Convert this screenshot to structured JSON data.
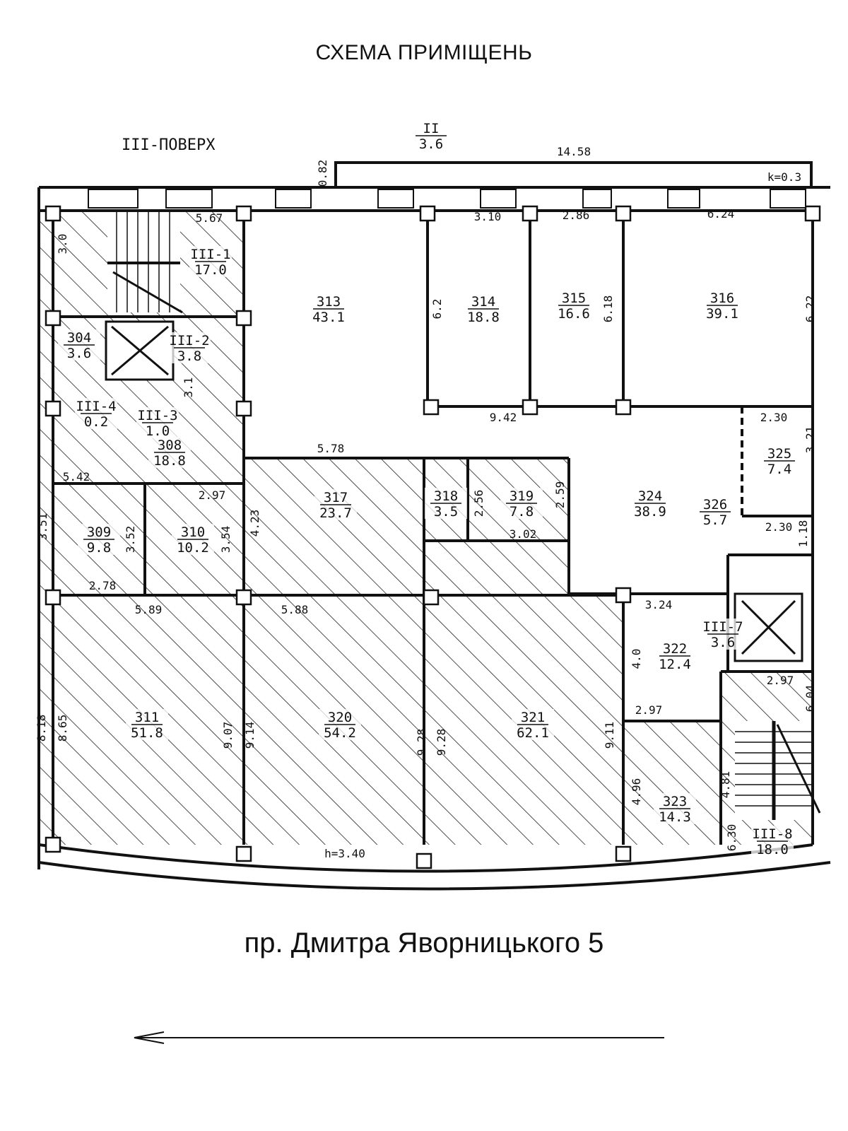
{
  "title": "СХЕМА ПРИМІЩЕНЬ",
  "floor_label": "III-ПОВЕРХ",
  "address": "пр. Дмитра Яворницького 5",
  "rooms": [
    {
      "number": "III-1",
      "area": "17.0"
    },
    {
      "number": "304",
      "area": "3.6"
    },
    {
      "number": "III-2",
      "area": "3.8"
    },
    {
      "number": "III-4",
      "area": "0.2"
    },
    {
      "number": "III-3",
      "area": "1.0"
    },
    {
      "number": "308",
      "area": "18.8"
    },
    {
      "number": "313",
      "area": "43.1"
    },
    {
      "number": "314",
      "area": "18.8"
    },
    {
      "number": "315",
      "area": "16.6"
    },
    {
      "number": "316",
      "area": "39.1"
    },
    {
      "number": "325",
      "area": "7.4"
    },
    {
      "number": "324",
      "area": "38.9"
    },
    {
      "number": "326",
      "area": "5.7"
    },
    {
      "number": "317",
      "area": "23.7"
    },
    {
      "number": "318",
      "area": "3.5"
    },
    {
      "number": "319",
      "area": "7.8"
    },
    {
      "number": "309",
      "area": "9.8"
    },
    {
      "number": "310",
      "area": "10.2"
    },
    {
      "number": "III-7",
      "area": "3.6"
    },
    {
      "number": "322",
      "area": "12.4"
    },
    {
      "number": "311",
      "area": "51.8"
    },
    {
      "number": "320",
      "area": "54.2"
    },
    {
      "number": "321",
      "area": "62.1"
    },
    {
      "number": "323",
      "area": "14.3"
    },
    {
      "number": "III-8",
      "area": "18.0"
    },
    {
      "number": "II",
      "area": "3.6"
    }
  ],
  "dimensions": [
    "14.58",
    "0.82",
    "k=0.3",
    "5.67",
    "3.10",
    "2.86",
    "6.24",
    "3.0",
    "6.2",
    "6.18",
    "6.22",
    "3.1",
    "9.42",
    "2.30",
    "3.21",
    "5.78",
    "5.42",
    "2.97",
    "2.56",
    "2.59",
    "3.02",
    "2.30",
    "1.18",
    "3.51",
    "3.52",
    "3.54",
    "4.23",
    "2.78",
    "5.89",
    "5.88",
    "3.24",
    "4.0",
    "2.97",
    "6.04",
    "2.97",
    "8.18",
    "8.65",
    "9.07",
    "9.14",
    "9.28",
    "9.28",
    "9.11",
    "4.96",
    "4.81",
    "6.30",
    "h=3.40"
  ],
  "colors": {
    "ink": "#111111",
    "paper": "#ffffff"
  }
}
